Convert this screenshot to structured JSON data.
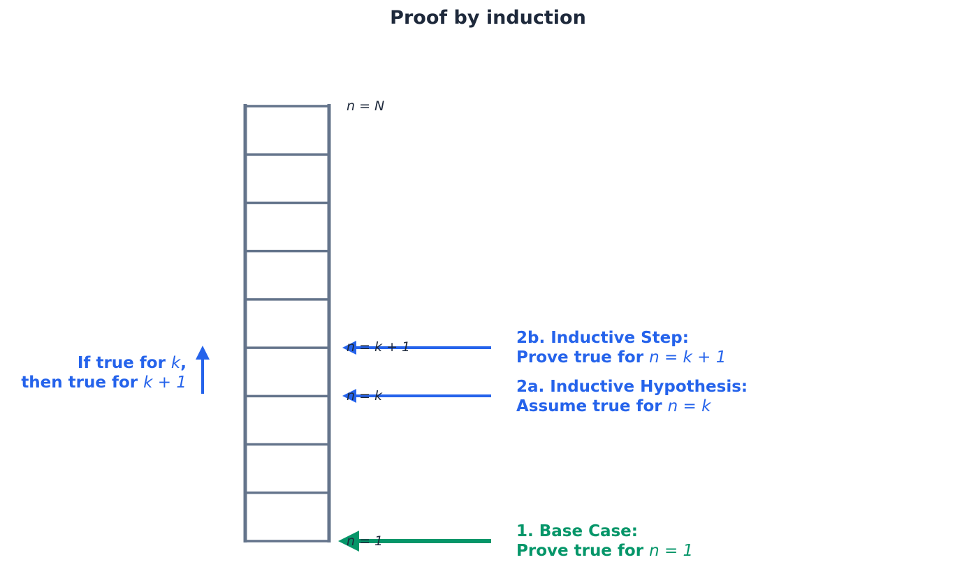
{
  "title": "Proof by induction",
  "ladder": {
    "rung_count": 10,
    "color": "#64748b",
    "labels": {
      "top": "n = N",
      "k_plus_1": "n = k + 1",
      "k": "n = k",
      "bottom": "n = 1"
    }
  },
  "steps": {
    "inductive_step": {
      "line1": "2b. Inductive Step:",
      "line2_prefix": "Prove true for ",
      "line2_math": "n = k + 1",
      "color": "#2563eb"
    },
    "hypothesis": {
      "line1": "2a. Inductive Hypothesis:",
      "line2_prefix": "Assume true for ",
      "line2_math": "n = k",
      "color": "#2563eb"
    },
    "base_case": {
      "line1": "1. Base Case:",
      "line2_prefix": "Prove true for ",
      "line2_math": "n = 1",
      "color": "#059669"
    }
  },
  "side_note": {
    "line1_prefix": "If true for ",
    "line1_math": "k",
    "line1_suffix": ",",
    "line2_prefix": "then true for ",
    "line2_math": "k + 1",
    "color": "#2563eb"
  }
}
